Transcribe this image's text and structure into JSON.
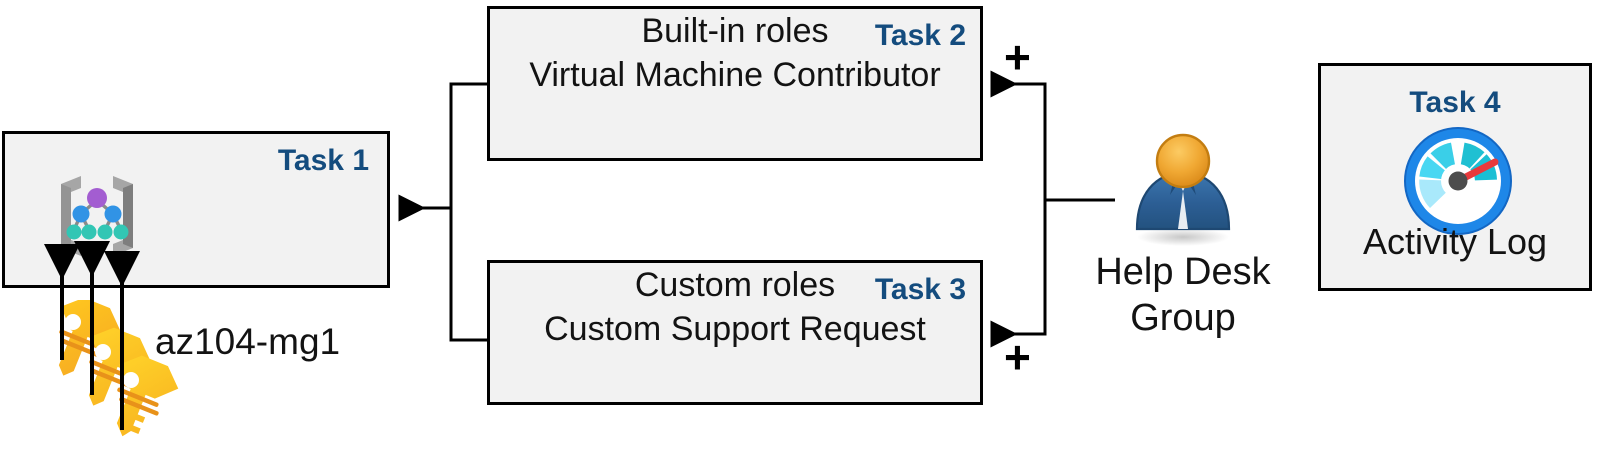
{
  "diagram": {
    "title": "Azure RBAC task diagram",
    "accent_color": "#144C7E",
    "box_fill": "#F2F2F2",
    "box_border": "#000000"
  },
  "task1": {
    "tag": "Task 1",
    "label": "az104-mg1",
    "icon": "management-group-icon"
  },
  "task2": {
    "tag": "Task 2",
    "line1": "Built-in roles",
    "line2": "Virtual Machine Contributor"
  },
  "task3": {
    "tag": "Task 3",
    "line1": "Custom roles",
    "line2": "Custom Support Request"
  },
  "task4": {
    "tag": "Task 4",
    "caption": "Activity Log",
    "icon": "activity-log-gauge-icon"
  },
  "helpdesk": {
    "caption": "Help Desk\nGroup",
    "icon": "user-group-icon"
  },
  "connectors": {
    "plus_top": "+",
    "plus_bottom": "+"
  },
  "keys": {
    "icon": "keys-icon",
    "count": 3
  }
}
